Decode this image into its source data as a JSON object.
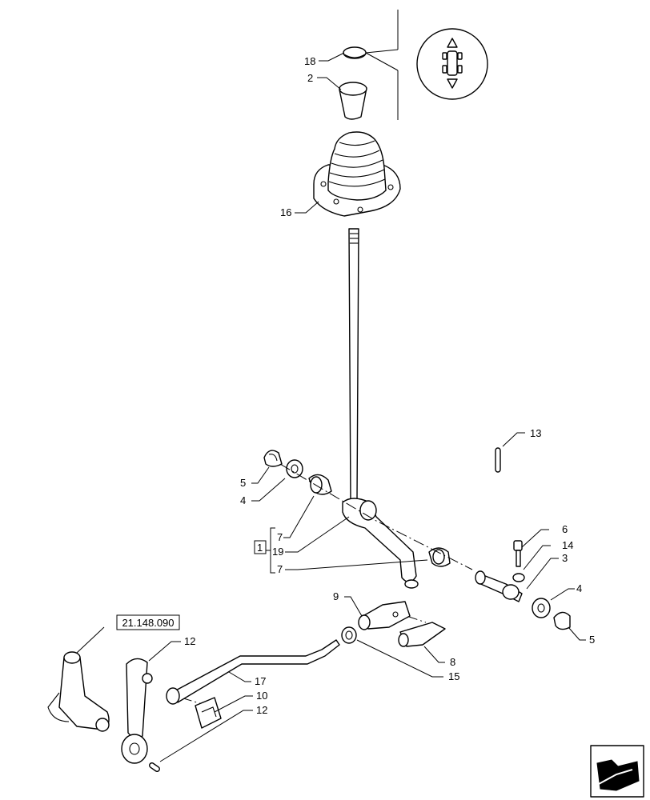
{
  "callouts": {
    "c18": "18",
    "c2": "2",
    "c16": "16",
    "c13": "13",
    "c5a": "5",
    "c4a": "4",
    "c7a": "7",
    "c19": "19",
    "c7b": "7",
    "group_box": "1",
    "c6": "6",
    "c14": "14",
    "c3": "3",
    "c4b": "4",
    "c5b": "5",
    "c9": "9",
    "c8": "8",
    "c15": "15",
    "c12a": "12",
    "c17": "17",
    "c10": "10",
    "c12b": "12"
  },
  "reference": "21.148.090",
  "icon_names": [
    "gear-pattern-decal-icon",
    "previous-page-arrow-icon"
  ]
}
